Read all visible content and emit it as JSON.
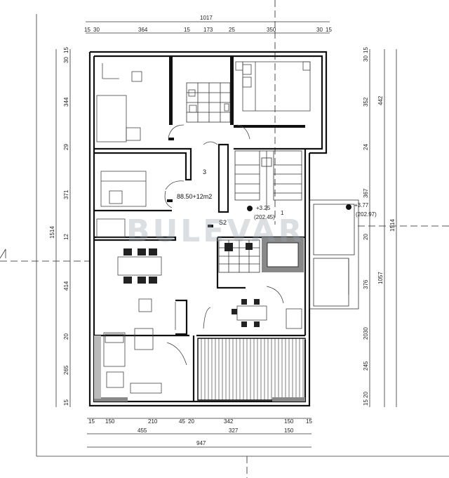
{
  "plan": {
    "top_dims": {
      "total": "1017",
      "parts": [
        "15",
        "30",
        "364",
        "15",
        "173",
        "25",
        "350",
        "30",
        "15"
      ]
    },
    "bottom_dims": {
      "row1": [
        "15",
        "150",
        "210",
        "45",
        "20",
        "342",
        "150",
        "15"
      ],
      "row2": [
        "455",
        "327",
        "150"
      ],
      "total": "947"
    },
    "left_dims": {
      "total": "1514",
      "parts": [
        "30",
        "15",
        "344",
        "29",
        "371",
        "12",
        "414",
        "20",
        "265",
        "15"
      ]
    },
    "right_dims": {
      "col1": [
        "30",
        "15",
        "352",
        "24",
        "367",
        "20",
        "376",
        "2030",
        "245",
        "15",
        "20"
      ],
      "col2_a": "442",
      "col2_b": "1057",
      "total": "1514"
    },
    "labels": {
      "room_no": "3",
      "area": "88.50+12m2",
      "s2": "S2",
      "lvl_a": "+3.25",
      "lvl_a_sub": "(202.45)",
      "lvl_no": "1",
      "lvl_b": "+3.77",
      "lvl_b_sub": "(202.97)"
    },
    "watermark": "BULEVAR"
  }
}
